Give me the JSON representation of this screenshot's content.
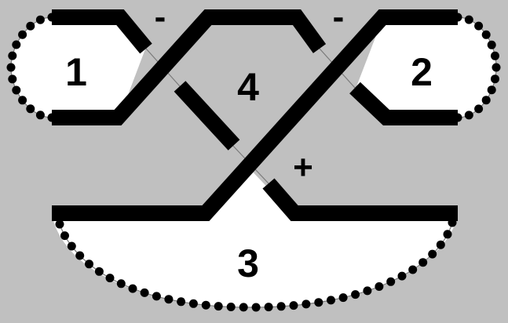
{
  "diagram": {
    "regions": [
      {
        "id": "1",
        "label": "1"
      },
      {
        "id": "2",
        "label": "2"
      },
      {
        "id": "3",
        "label": "3"
      },
      {
        "id": "4",
        "label": "4"
      }
    ],
    "crossings": [
      {
        "id": "left",
        "sign": "-"
      },
      {
        "id": "right",
        "sign": "-"
      },
      {
        "id": "bottom",
        "sign": "+"
      }
    ],
    "colors": {
      "background": "#c0c0c0",
      "region_fill": "#ffffff",
      "strand": "#000000",
      "dots": "#000000"
    }
  }
}
